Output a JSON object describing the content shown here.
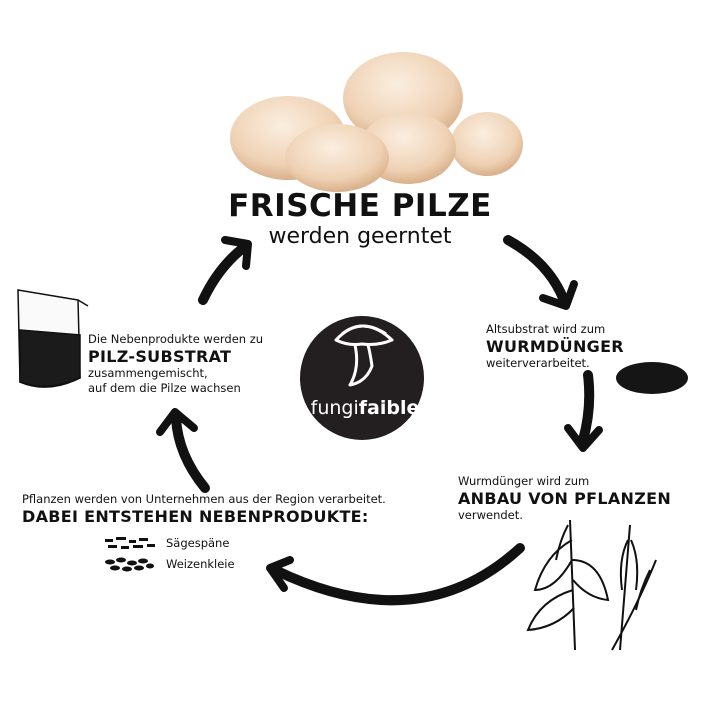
{
  "title": {
    "main": "FRISCHE PILZE",
    "sub": "werden geerntet"
  },
  "logo": {
    "brand_part1": "fungi",
    "brand_part2": "faible",
    "icon": "mushroom-logo-icon",
    "bg": "#231f20"
  },
  "step_wurm": {
    "line1": "Altsubstrat wird zum",
    "heading": "WURMDÜNGER",
    "line2": "weiterverarbeitet."
  },
  "step_pflanzen": {
    "line1": "Wurmdünger wird zum",
    "heading": "ANBAU VON PFLANZEN",
    "line2": "verwendet."
  },
  "step_neben": {
    "line1": "Pflanzen werden von Unternehmen aus der Region verarbeitet.",
    "heading": "DABEI ENTSTEHEN NEBENPRODUKTE:",
    "items": [
      "Sägespäne",
      "Weizenkleie"
    ]
  },
  "step_substrat": {
    "line1": "Die Nebenprodukte werden zu",
    "heading": "PILZ-SUBSTRAT",
    "line2": "zusammengemischt,",
    "line3": "auf dem die Pilze wachsen"
  },
  "colors": {
    "ink": "#111111",
    "mushroom": "#f3d9bf",
    "mushroom_shade": "#e2b992"
  }
}
